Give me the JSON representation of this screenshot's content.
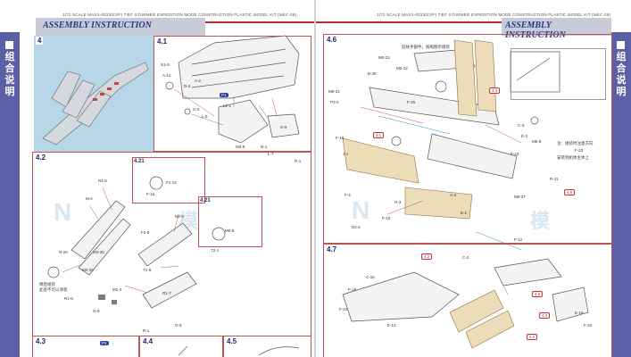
{
  "left": {
    "running_head": "1/72 SCALE MASX-0033(EXP) TIEF STURMER EXPEDITION MODE CONSTRUCTION PLASTIC MODEL KIT (MEC-08)",
    "header_title": "ASSEMBLY INSTRUCTION",
    "side_tab": "组合说明",
    "steps": [
      "4",
      "4.1",
      "4.2",
      "4.21",
      "4.21",
      "4.3",
      "4.4",
      "4.5"
    ],
    "badges": [
      "P1",
      "P2"
    ],
    "labels": {
      "a": "N1-9",
      "b": "A-12",
      "c": "D-3",
      "d": "A-2",
      "e": "G-5",
      "f": "L-5",
      "g": "L2-1",
      "h": "M3-8",
      "i": "N-1",
      "j": "G-8",
      "k": "R-1",
      "l": "L-7",
      "m": "R1-5",
      "n": "M-2",
      "o": "M3-35",
      "p": "F-15",
      "q": "F1-14",
      "r": "N2-3",
      "s": "T2-1",
      "t": "M0-5",
      "u": "F1-8",
      "v": "T1-8",
      "w": "R1-7",
      "x": "G-5",
      "y": "N-20",
      "z": "M0-26",
      "aa": "R1-6",
      "bb": "G-8",
      "cc": "R-1",
      "dd": "M1-2"
    },
    "notes": [
      "稍后组装",
      "此处不可以涂装"
    ]
  },
  "right": {
    "running_head": "1/72 SCALE MASX-0033(EXP) TIEF STURMER EXPEDITION MODE CONSTRUCTION PLASTIC MODEL KIT (MEC-08)",
    "header_title": "ASSEMBLY INSTRUCTION",
    "side_tab": "组合说明",
    "steps": [
      "4.6",
      "4.7"
    ],
    "markers": [
      "5.1",
      "4.3",
      "4.2",
      "4.5",
      "4.8",
      "4.4",
      "5.2"
    ],
    "labels": {
      "a": "M0-22",
      "b": "B-30",
      "c": "M0-21",
      "d": "C-3",
      "e": "F-16",
      "f": "F-15",
      "g": "H-3",
      "h": "F-12",
      "i": "F-24",
      "j": "E-3",
      "k": "F-23",
      "l": "R-11",
      "m": "M0-27",
      "n": "F-4",
      "o": "J-1",
      "p": "D2-2",
      "q": "A-4",
      "r": "E-2",
      "s": "F-25",
      "t": "P3-2",
      "u": "M5-8",
      "v": "C-15",
      "w": "C-2",
      "x": "F-19",
      "y": "M3-12",
      "z": "F-23",
      "aa": "E-16",
      "bb": "F-22",
      "cc": "E-13"
    },
    "notes": [
      "前扶手部件，按照图示组装",
      "注：组装时注意方向",
      "安装到机体主体上"
    ]
  }
}
